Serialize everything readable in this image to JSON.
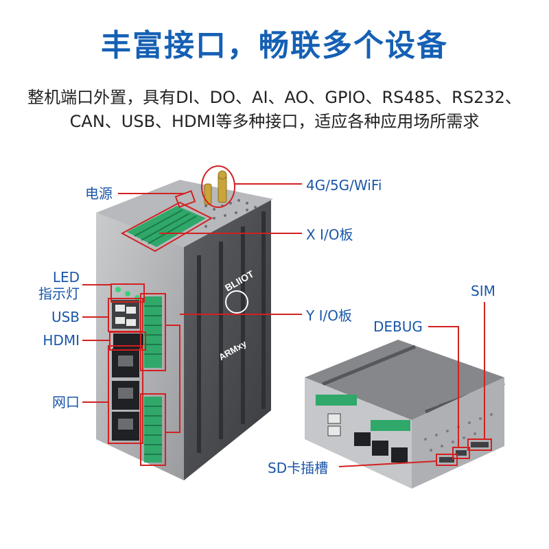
{
  "header": {
    "title": "丰富接口，畅联多个设备",
    "subtitle_line1": "整机端口外置，具有DI、DO、AI、AO、GPIO、RS485、RS232、",
    "subtitle_line2": "CAN、USB、HDMI等多种接口，适应各种应用场所需求"
  },
  "callouts": {
    "power": "电源",
    "antenna": "4G/5G/WiFi",
    "x_io": "X I/O板",
    "led_1": "LED",
    "led_2": "指示灯",
    "usb": "USB",
    "hdmi": "HDMI",
    "y_io": "Y I/O板",
    "ethernet": "网口",
    "sim": "SIM",
    "debug": "DEBUG",
    "sd_slot": "SD卡插槽"
  },
  "device_branding": {
    "logo_text": "BLIIOT",
    "model": "ARMxy"
  },
  "colors": {
    "title_blue": "#1560b4",
    "callout_red": "#d32020",
    "terminal_green": "#2fa86a",
    "housing_gray": "#8d8f93",
    "heatsink_dark": "#4a4c50"
  }
}
